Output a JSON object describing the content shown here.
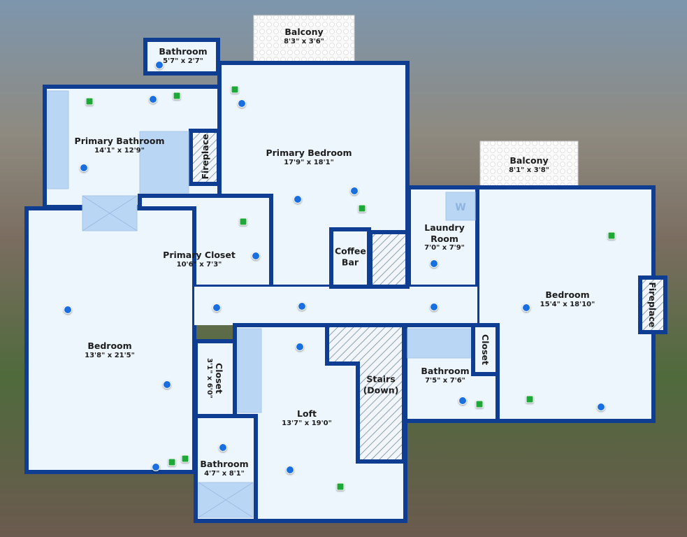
{
  "colors": {
    "wall": "#0e3d91",
    "floor": "#eef6fd",
    "fixture": "#b9d6f5",
    "photo_marker": "#1a6fe0",
    "pano_marker": "#1fa83a"
  },
  "rooms": [
    {
      "name": "Balcony",
      "dims": "8'3\" x 3'6\""
    },
    {
      "name": "Bathroom",
      "dims": "5'7\" x 2'7\""
    },
    {
      "name": "Primary Bathroom",
      "dims": "14'1\" x 12'9\""
    },
    {
      "name": "Fireplace"
    },
    {
      "name": "Primary Bedroom",
      "dims": "17'9\" x 18'1\""
    },
    {
      "name": "Primary Closet",
      "dims": "10'6\" x 7'3\""
    },
    {
      "name": "Coffee Bar"
    },
    {
      "name": "Laundry Room",
      "dims": "7'0\" x 7'9\""
    },
    {
      "name": "Balcony",
      "dims": "8'1\" x 3'8\""
    },
    {
      "name": "Bedroom",
      "dims": "15'4\" x 18'10\""
    },
    {
      "name": "Fireplace"
    },
    {
      "name": "Bedroom",
      "dims": "13'8\" x 21'5\""
    },
    {
      "name": "Closet",
      "dims": "3'1\" x 6'0\""
    },
    {
      "name": "Loft",
      "dims": "13'7\" x 19'0\""
    },
    {
      "name": "Stairs (Down)"
    },
    {
      "name": "Bathroom",
      "dims": "7'5\" x 7'6\""
    },
    {
      "name": "Closet"
    },
    {
      "name": "Bathroom",
      "dims": "4'7\" x 8'1\""
    }
  ],
  "appliance_label": "W"
}
